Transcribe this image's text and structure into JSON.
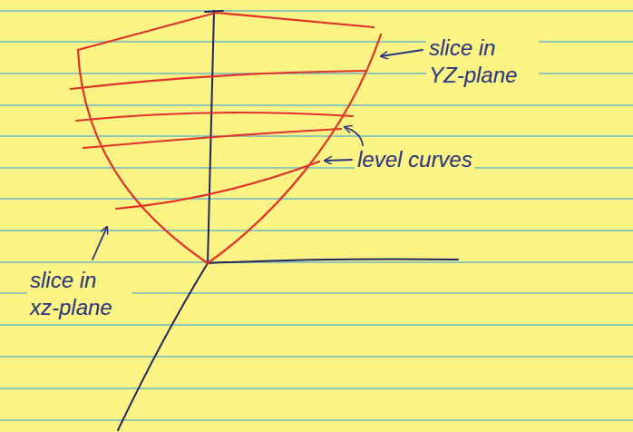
{
  "diagram": {
    "labels": [
      "slice in YZ-plane",
      "level curves",
      "slice in xz-plane"
    ]
  }
}
